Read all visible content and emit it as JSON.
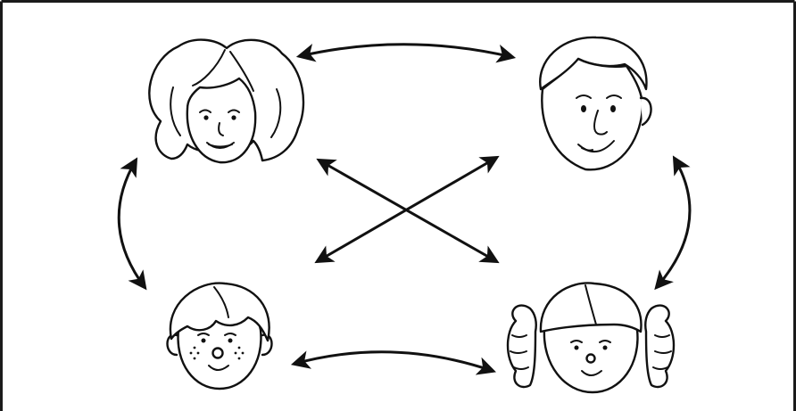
{
  "diagram": {
    "nodes": [
      {
        "id": "mother",
        "icon": "woman-face-icon"
      },
      {
        "id": "father",
        "icon": "man-face-icon"
      },
      {
        "id": "son",
        "icon": "boy-face-icon"
      },
      {
        "id": "daughter",
        "icon": "girl-face-icon"
      }
    ],
    "edges": [
      {
        "from": "mother",
        "to": "father",
        "direction": "both",
        "style": "curved"
      },
      {
        "from": "mother",
        "to": "son",
        "direction": "both",
        "style": "curved"
      },
      {
        "from": "father",
        "to": "daughter",
        "direction": "both",
        "style": "curved"
      },
      {
        "from": "son",
        "to": "daughter",
        "direction": "both",
        "style": "curved"
      },
      {
        "from": "mother",
        "to": "daughter",
        "direction": "both",
        "style": "straight"
      },
      {
        "from": "father",
        "to": "son",
        "direction": "both",
        "style": "straight"
      }
    ],
    "colors": {
      "ink": "#111111",
      "background": "#ffffff"
    }
  }
}
